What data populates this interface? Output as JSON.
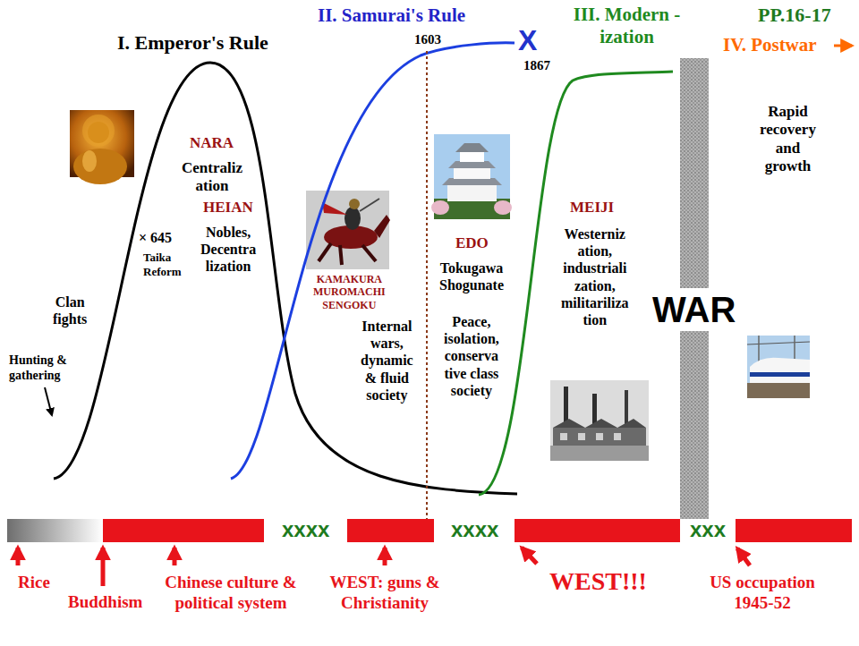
{
  "diagram": {
    "labels": [
      "I. Emperor's Rule",
      "II. Samurai's Rule",
      "III. Modern -ization",
      "PP.16-17",
      "IV. Postwar",
      "1603",
      "X",
      "1867",
      "NARA",
      "Centraliz ation",
      "HEIAN",
      "Nobles, Decentra lization",
      "KAMAKURA MUROMACHI SENGOKU",
      "Internal wars, dynamic & fluid society",
      "EDO",
      "Tokugawa Shogunate",
      "Peace, isolation, conserva tive class society",
      "MEIJI",
      "Westerniz ation, industriali zation, militariliza tion",
      "WAR",
      "Rapid recovery and growth",
      "× 645",
      "Taika Reform",
      "Clan fights",
      "Hunting & gathering",
      "xxxx",
      "xxxx",
      "xxx",
      "Rice",
      "Buddhism",
      "Chinese culture & political system",
      "WEST: guns & Christianity",
      "WEST!!!",
      "US occupation 1945-52"
    ]
  }
}
